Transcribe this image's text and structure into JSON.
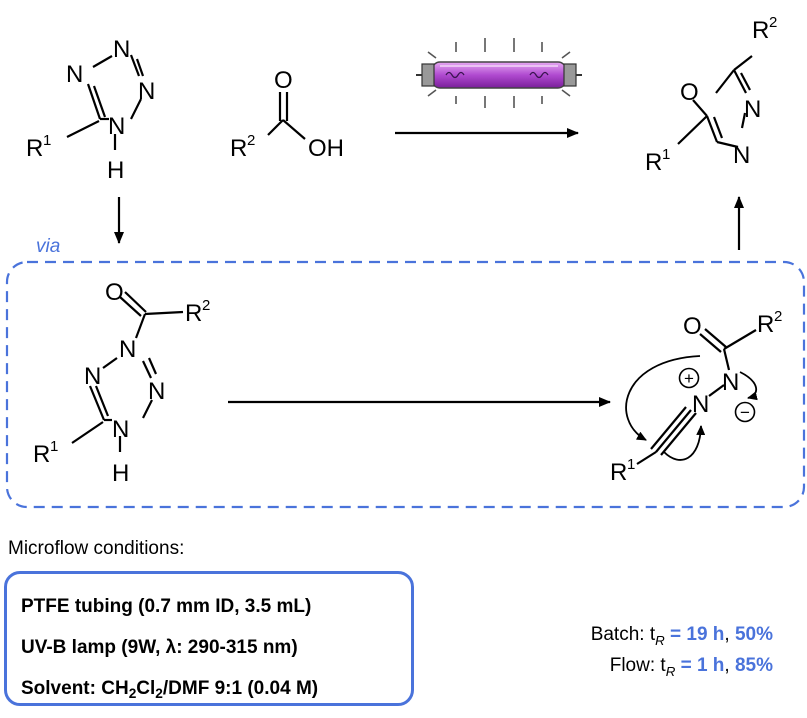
{
  "labels": {
    "tz_N2": "N",
    "tz_N3": "N",
    "tz_N4": "N",
    "tz_N1": "N",
    "tz_H": "H",
    "tz_R": "R",
    "tz_R_sup": "1",
    "acid_O": "O",
    "acid_OH": "OH",
    "acid_R": "R",
    "acid_R_sup": "2",
    "ox_O": "O",
    "ox_N3": "N",
    "ox_N4": "N",
    "ox_R1": "R",
    "ox_R1_sup": "1",
    "ox_R2": "R",
    "ox_R2_sup": "2",
    "at_O": "O",
    "at_R2": "R",
    "at_R2_sup": "2",
    "at_N2": "N",
    "at_N1": "N",
    "at_N3": "N",
    "at_N4": "N",
    "at_H": "H",
    "at_R1": "R",
    "at_R1_sup": "1",
    "ni_O": "O",
    "ni_R2": "R",
    "ni_R2_sup": "2",
    "ni_Nplus": "N",
    "ni_Nminus": "N",
    "ni_R1": "R",
    "ni_R1_sup": "1",
    "plus": "+",
    "minus": "−"
  },
  "via": "via",
  "conditions": {
    "title": "Microflow conditions:",
    "line1": "PTFE tubing (0.7 mm ID, 3.5 mL)",
    "line2_a": "UV-B lamp (9W, λ: 290-315 nm)",
    "line3_a": "Solvent: CH",
    "line3_sub1": "2",
    "line3_b": "Cl",
    "line3_sub2": "2",
    "line3_c": "/DMF 9:1 (0.04 M)"
  },
  "results": {
    "batch_label": "Batch: t",
    "batch_sub": "R",
    "batch_eq": " = ",
    "batch_time": "19 h",
    "batch_sep": ",  ",
    "batch_yield": "50%",
    "flow_label": "Flow: t",
    "flow_sub": "R",
    "flow_eq": " = ",
    "flow_time": "1 h",
    "flow_sep": ",  ",
    "flow_yield": "85%"
  },
  "colors": {
    "accent": "#4a73db",
    "lamp": "#b04ad0"
  }
}
